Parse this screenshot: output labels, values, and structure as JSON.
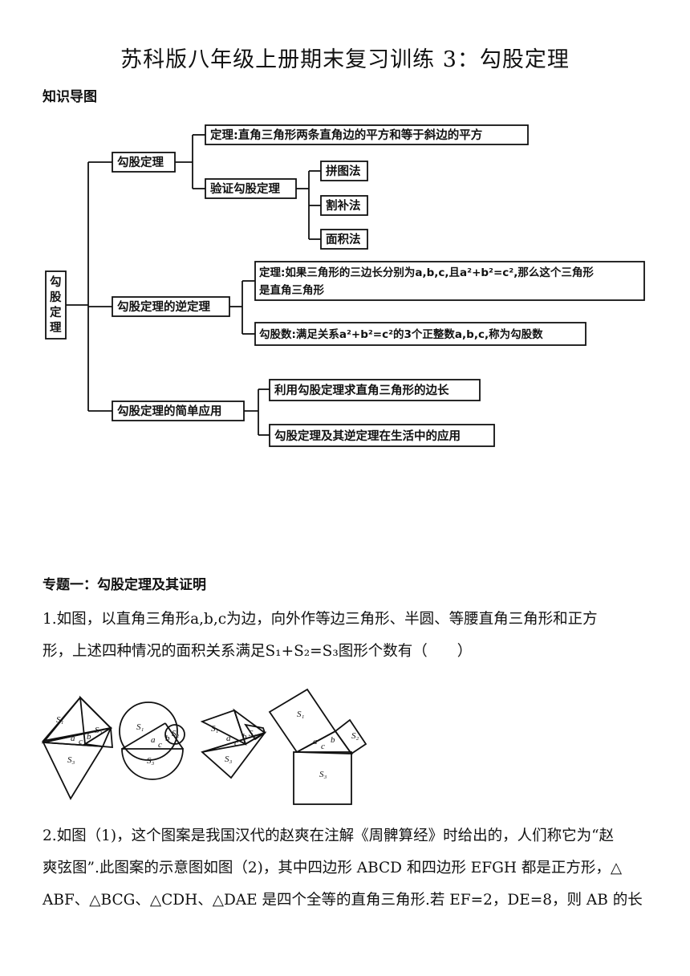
{
  "title": "苏科版八年级上册期末复习训练 3：勾股定理",
  "section_map": "知识导图",
  "mindmap": {
    "root": "勾股定理",
    "branch1": {
      "label": "勾股定理",
      "theorem": "定理:直角三角形两条直角边的平方和等于斜边的平方",
      "verify": "验证勾股定理",
      "methods": [
        "拼图法",
        "割补法",
        "面积法"
      ]
    },
    "branch2": {
      "label": "勾股定理的逆定理",
      "theorem_line1": "定理:如果三角形的三边长分别为a,b,c,且a²+b²=c²,那么这个三角形",
      "theorem_line2": "是直角三角形",
      "triple": "勾股数:满足关系a²+b²=c²的3个正整数a,b,c,称为勾股数"
    },
    "branch3": {
      "label": "勾股定理的简单应用",
      "app1": "利用勾股定理求直角三角形的边长",
      "app2": "勾股定理及其逆定理在生活中的应用"
    }
  },
  "topic1": {
    "heading": "专题一：勾股定理及其证明",
    "q1_line1": "1.如图，以直角三角形a,b,c为边，向外作等边三角形、半圆、等腰直角三角形和正方",
    "q1_line2": "形，上述四种情况的面积关系满足S₁+S₂=S₃图形个数有（　　）",
    "fig_labels": {
      "s1": "S₁",
      "s2": "S₂",
      "s3": "S₃",
      "a": "a",
      "b": "b",
      "c": "c"
    },
    "q2_line1": "2.如图（1)，这个图案是我国汉代的赵爽在注解《周髀算经》时给出的，人们称它为“赵",
    "q2_line2": "爽弦图”.此图案的示意图如图（2)，其中四边形 ABCD 和四边形 EFGH 都是正方形，△",
    "q2_line3": "ABF、△BCG、△CDH、△DAE 是四个全等的直角三角形.若 EF=2，DE=8，则 AB 的长"
  }
}
